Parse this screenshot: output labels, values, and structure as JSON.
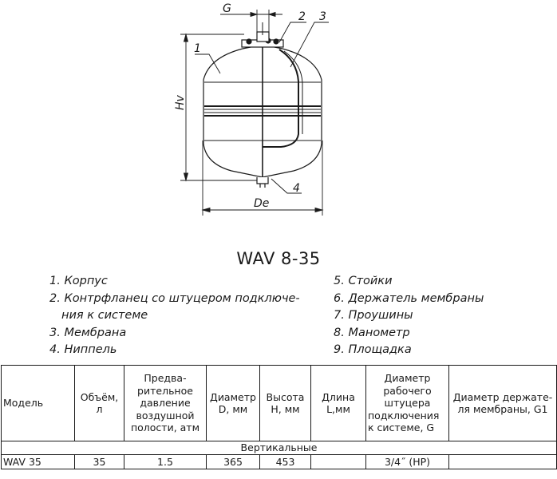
{
  "drawing": {
    "labels": {
      "g": "G",
      "n1_top": "1",
      "n2": "2",
      "n3": "3",
      "hv": "Hv",
      "de": "De",
      "n4": "4"
    }
  },
  "title": "WAV 8-35",
  "legend": {
    "left": [
      "1. Корпус",
      "2. Контрфланец со штуцером подключе-",
      "ния к системе",
      "3. Мембрана",
      "4. Ниппель"
    ],
    "right": [
      "5. Стойки",
      "6. Держатель мембраны",
      "7. Проушины",
      "8. Манометр",
      "9. Площадка"
    ]
  },
  "table": {
    "headers": [
      "Модель",
      "Объём, л",
      "Предва-ритель­ное давление воздушной полости, атм",
      "Диаметр D, мм",
      "Высота H, мм",
      "Длина L,мм",
      "Диаметр рабочего штуцера подключения к системе, G",
      "Диаметр держате-ля мембраны, G1"
    ],
    "header_lines": {
      "h0": "Модель",
      "h1a": "Объём,",
      "h1b": "л",
      "h2a": "Предва-",
      "h2b": "ритель­ное",
      "h2c": "давление",
      "h2d": "воздушной",
      "h2e": "полости, атм",
      "h3a": "Диаметр",
      "h3b": "D, мм",
      "h4a": "Высота",
      "h4b": "H, мм",
      "h5a": "Длина",
      "h5b": "L,мм",
      "h6a": "Диаметр",
      "h6b": "рабочего",
      "h6c": "штуцера",
      "h6d": "подключения",
      "h6e": "к системе, G",
      "h7a": "Диаметр держате-",
      "h7b": "ля мембраны, G1"
    },
    "group_label": "Вертикальные",
    "rows": [
      {
        "model": "WAV 35",
        "volume": "35",
        "pressure": "1.5",
        "diameter": "365",
        "height": "453",
        "length": "",
        "connection": "3/4˝ (НР)",
        "holder": ""
      }
    ]
  }
}
